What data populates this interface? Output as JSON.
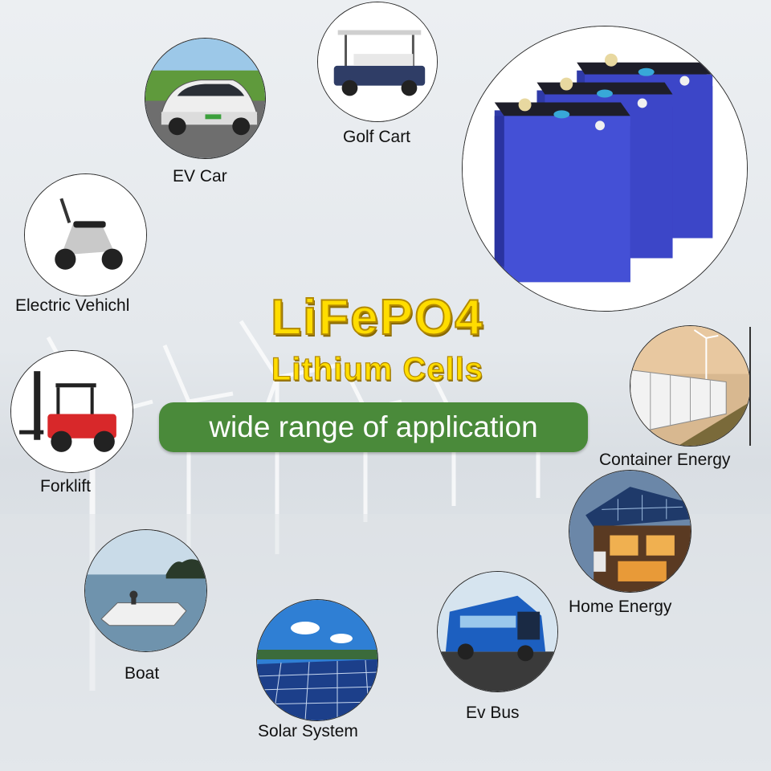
{
  "title": "LiFePO4",
  "subtitle": "Lithium Cells",
  "banner": "wide range of application",
  "applications": {
    "ev_car": "EV Car",
    "golf_cart": "Golf Cart",
    "electric_vehicle": "Electric Vehichl",
    "forklift": "Forklift",
    "boat": "Boat",
    "solar_system": "Solar System",
    "ev_bus": "Ev Bus",
    "home_energy": "Home Energy",
    "container_energy": "Container Energy"
  },
  "colors": {
    "title": "#ffdd00",
    "banner_bg": "#4a8a3a",
    "cell_blue": "#3c46c8"
  }
}
